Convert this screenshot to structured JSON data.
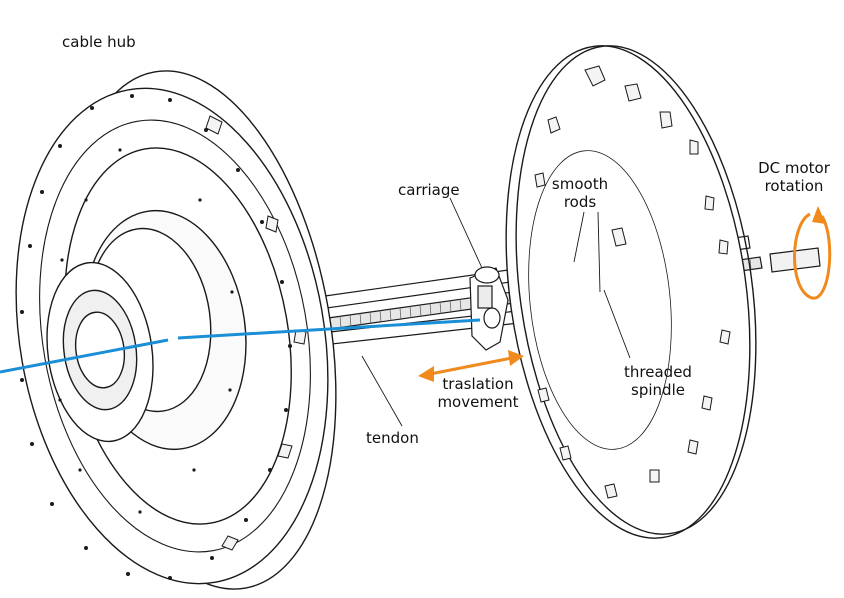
{
  "labels": {
    "cable_hub": "cable hub",
    "carriage": "carriage",
    "smooth_rods_1": "smooth",
    "smooth_rods_2": "rods",
    "dc_motor_1": "DC motor",
    "dc_motor_2": "rotation",
    "threaded_spindle_1": "threaded",
    "threaded_spindle_2": "spindle",
    "traslation_1": "traslation",
    "traslation_2": "movement",
    "tendon": "tendon"
  },
  "colors": {
    "line": "#1a1a1a",
    "tendon": "#1a8fd6",
    "motion_arrow": "#f08a1c",
    "background": "#ffffff"
  }
}
